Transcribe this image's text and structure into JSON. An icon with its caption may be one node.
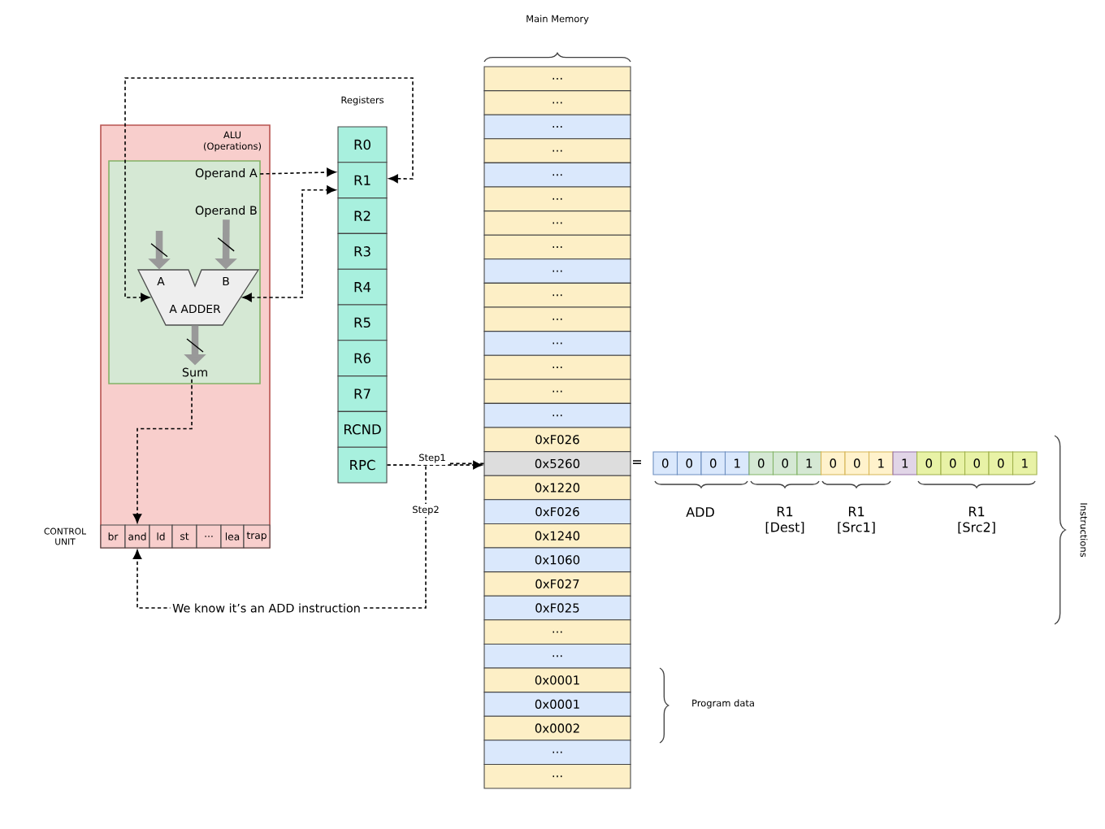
{
  "diagram": {
    "nodes": [
      {
        "text": [
          "ALU (Operations)"
        ]
      },
      {
        "text": [],
        "shape": "box",
        "in": 0
      },
      {
        "text": [
          "Operand A"
        ],
        "in": 1
      },
      {
        "text": [
          "Operand B"
        ],
        "in": 1
      },
      {
        "text": [
          "A",
          "B",
          "A ADDER"
        ],
        "in": 1
      },
      {
        "text": [
          "Sum"
        ],
        "in": 1
      },
      {
        "text": [
          "br"
        ],
        "in": 0
      },
      {
        "text": [
          "and"
        ],
        "in": 0
      },
      {
        "text": [
          "ld"
        ],
        "in": 0
      },
      {
        "text": [
          "st"
        ],
        "in": 0
      },
      {
        "text": [
          "..."
        ],
        "in": 0
      },
      {
        "text": [
          "lea"
        ],
        "in": 0
      },
      {
        "text": [
          "trap"
        ],
        "in": 0
      },
      {
        "text": [
          "R0"
        ]
      },
      {
        "text": [
          "R1"
        ]
      },
      {
        "text": [
          "R2"
        ]
      },
      {
        "text": [
          "R3"
        ]
      },
      {
        "text": [
          "R4"
        ]
      },
      {
        "text": [
          "R5"
        ]
      },
      {
        "text": [
          "R6"
        ]
      },
      {
        "text": [
          "R7"
        ]
      },
      {
        "text": [
          "RCND"
        ]
      },
      {
        "text": [
          "RPC"
        ]
      },
      {
        "text": [
          "..."
        ]
      },
      {
        "text": [
          "..."
        ]
      },
      {
        "text": [
          "..."
        ]
      },
      {
        "text": [
          "..."
        ]
      },
      {
        "text": [
          "..."
        ]
      },
      {
        "text": [
          "..."
        ]
      },
      {
        "text": [
          "..."
        ]
      },
      {
        "text": [
          "..."
        ]
      },
      {
        "text": [
          "..."
        ]
      },
      {
        "text": [
          "..."
        ]
      },
      {
        "text": [
          "..."
        ]
      },
      {
        "text": [
          "..."
        ]
      },
      {
        "text": [
          "..."
        ]
      },
      {
        "text": [
          "..."
        ]
      },
      {
        "text": [
          "..."
        ]
      },
      {
        "text": [
          "0xF026"
        ]
      },
      {
        "text": [
          "0x5260"
        ]
      },
      {
        "text": [
          "0x1220"
        ]
      },
      {
        "text": [
          "0xF026"
        ]
      },
      {
        "text": [
          "0x1240"
        ]
      },
      {
        "text": [
          "0x1060"
        ]
      },
      {
        "text": [
          "0xF027"
        ]
      },
      {
        "text": [
          "0xF025"
        ]
      },
      {
        "text": [
          "..."
        ]
      },
      {
        "text": [
          "..."
        ]
      },
      {
        "text": [
          "0x0001"
        ]
      },
      {
        "text": [
          "0x0001"
        ]
      },
      {
        "text": [
          "0x0002"
        ]
      },
      {
        "text": [
          "..."
        ]
      },
      {
        "text": [
          "..."
        ]
      },
      {
        "text": [
          "0"
        ]
      },
      {
        "text": [
          "0"
        ]
      },
      {
        "text": [
          "0"
        ]
      },
      {
        "text": [
          "1"
        ]
      },
      {
        "text": [
          "0"
        ]
      },
      {
        "text": [
          "0"
        ]
      },
      {
        "text": [
          "1"
        ]
      },
      {
        "text": [
          "0"
        ]
      },
      {
        "text": [
          "0"
        ]
      },
      {
        "text": [
          "1"
        ]
      },
      {
        "text": [
          "1"
        ]
      },
      {
        "text": [
          "0"
        ]
      },
      {
        "text": [
          "0"
        ]
      },
      {
        "text": [
          "0"
        ]
      },
      {
        "text": [
          "0"
        ]
      },
      {
        "text": [
          "1"
        ]
      }
    ],
    "edges": [
      {
        "from": 2,
        "to": 14,
        "arrow": "to",
        "style": "dashed"
      },
      {
        "from": 4,
        "to": 14,
        "arrow": "both",
        "style": "dashed"
      },
      {
        "from": 14,
        "to": 4,
        "arrow": "both",
        "style": "dashed"
      },
      {
        "from": 3,
        "to": 4,
        "arrow": "to",
        "style": "thick",
        "color": "#999999"
      },
      {
        "from": null,
        "to": 4,
        "arrow": "to",
        "style": "thick",
        "color": "#999999"
      },
      {
        "from": 4,
        "to": 5,
        "arrow": "to",
        "style": "thick",
        "color": "#999999"
      },
      {
        "from": 5,
        "to": 7,
        "arrow": "to",
        "style": "dashed"
      },
      {
        "from": 22,
        "to": 39,
        "arrow": "to",
        "style": "dashed",
        "label": "Step1"
      },
      {
        "from": 39,
        "to": 7,
        "arrow": "to",
        "style": "dashed",
        "label": "We know it’s an ADD instruction"
      }
    ],
    "labels": [
      "Registers",
      "Main Memory",
      "CONTROL UNIT",
      "Step2",
      "=",
      "ADD",
      "R1 [Dest]",
      "R1 [Src1]",
      "R1 [Src2]",
      "Instructions",
      "Program data"
    ]
  }
}
